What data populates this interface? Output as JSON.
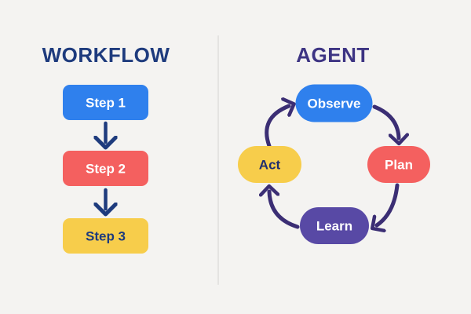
{
  "background": "#f4f3f1",
  "divider_color": "#e4e3e1",
  "workflow": {
    "title": "WORKFLOW",
    "title_color": "#1e3b7d",
    "arrow_color": "#1e3b7d",
    "steps": [
      {
        "label": "Step 1",
        "color": "#2f80ed",
        "text_color": "#ffffff"
      },
      {
        "label": "Step 2",
        "color": "#f4605f",
        "text_color": "#ffffff"
      },
      {
        "label": "Step 3",
        "color": "#f7cd4b",
        "text_color": "#1e3b7d"
      }
    ]
  },
  "agent": {
    "title": "AGENT",
    "title_color": "#3d3483",
    "cycle_arrow_color": "#3b2e74",
    "cycle_order": [
      "Observe",
      "Plan",
      "Learn",
      "Act"
    ],
    "nodes": [
      {
        "label": "Observe",
        "position": "top",
        "color": "#2f80ed",
        "text_color": "#ffffff"
      },
      {
        "label": "Plan",
        "position": "right",
        "color": "#f4605f",
        "text_color": "#ffffff"
      },
      {
        "label": "Learn",
        "position": "bottom",
        "color": "#5849a5",
        "text_color": "#ffffff"
      },
      {
        "label": "Act",
        "position": "left",
        "color": "#f7cd4b",
        "text_color": "#1e2d6e"
      }
    ]
  }
}
